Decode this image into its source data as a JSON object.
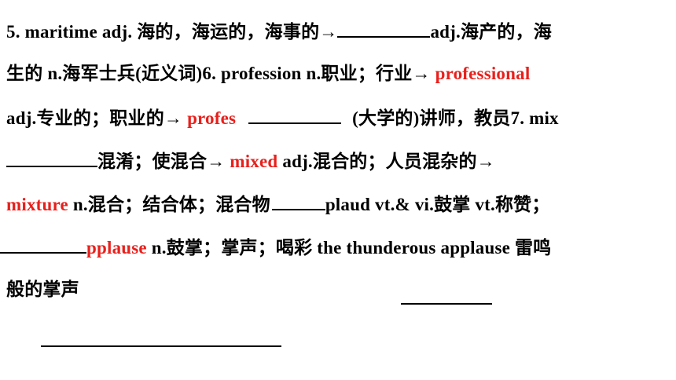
{
  "line1": {
    "a": "5. maritime adj. 海的，海运的，海事的→",
    "b": "adj.海产的，海"
  },
  "line2": {
    "a": "生的  n.海军士兵(近义词)6. profession n.职业；行业→ ",
    "answer": "professional"
  },
  "line3": {
    "a": "adj.专业的；职业的→ ",
    "answer": "profes",
    "b": "(大学的)讲师，教员7. mix"
  },
  "line4": {
    "a": "混淆；使混合→ ",
    "answer": "mixed",
    "b": "  adj.混合的；人员混杂的→"
  },
  "line5": {
    "answer": "mixture",
    "a": " n.混合；结合体；混合物",
    "b": "plaud vt.& vi.鼓掌 vt.称赞；"
  },
  "line6": {
    "answer": "pplause",
    "a": " n.鼓掌；掌声；喝彩  the thunderous applause 雷鸣"
  },
  "line7": {
    "a": "般的掌声"
  },
  "colors": {
    "answer_red": "#e8201c",
    "text": "#000000",
    "background": "#ffffff"
  }
}
